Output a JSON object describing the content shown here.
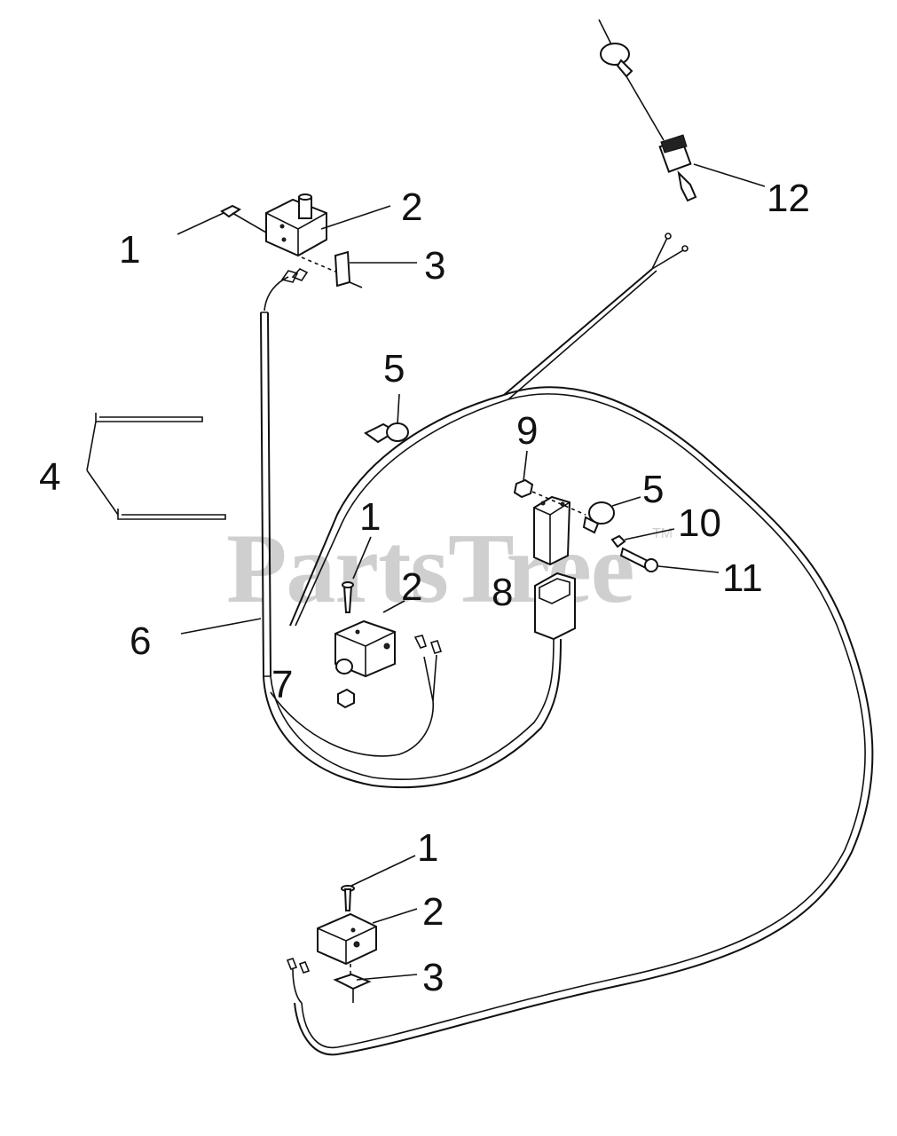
{
  "watermark": {
    "text": "PartsTree",
    "mark": "TM"
  },
  "callouts": [
    {
      "id": "c1a",
      "text": "1"
    },
    {
      "id": "c2a",
      "text": "2"
    },
    {
      "id": "c3a",
      "text": "3"
    },
    {
      "id": "c4",
      "text": "4"
    },
    {
      "id": "c5a",
      "text": "5"
    },
    {
      "id": "c6",
      "text": "6"
    },
    {
      "id": "c1b",
      "text": "1"
    },
    {
      "id": "c2b",
      "text": "2"
    },
    {
      "id": "c7",
      "text": "7"
    },
    {
      "id": "c9",
      "text": "9"
    },
    {
      "id": "c5b",
      "text": "5"
    },
    {
      "id": "c10",
      "text": "10"
    },
    {
      "id": "c8",
      "text": "8"
    },
    {
      "id": "c11",
      "text": "11"
    },
    {
      "id": "c12",
      "text": "12"
    },
    {
      "id": "c1c",
      "text": "1"
    },
    {
      "id": "c2c",
      "text": "2"
    },
    {
      "id": "c3c",
      "text": "3"
    }
  ]
}
